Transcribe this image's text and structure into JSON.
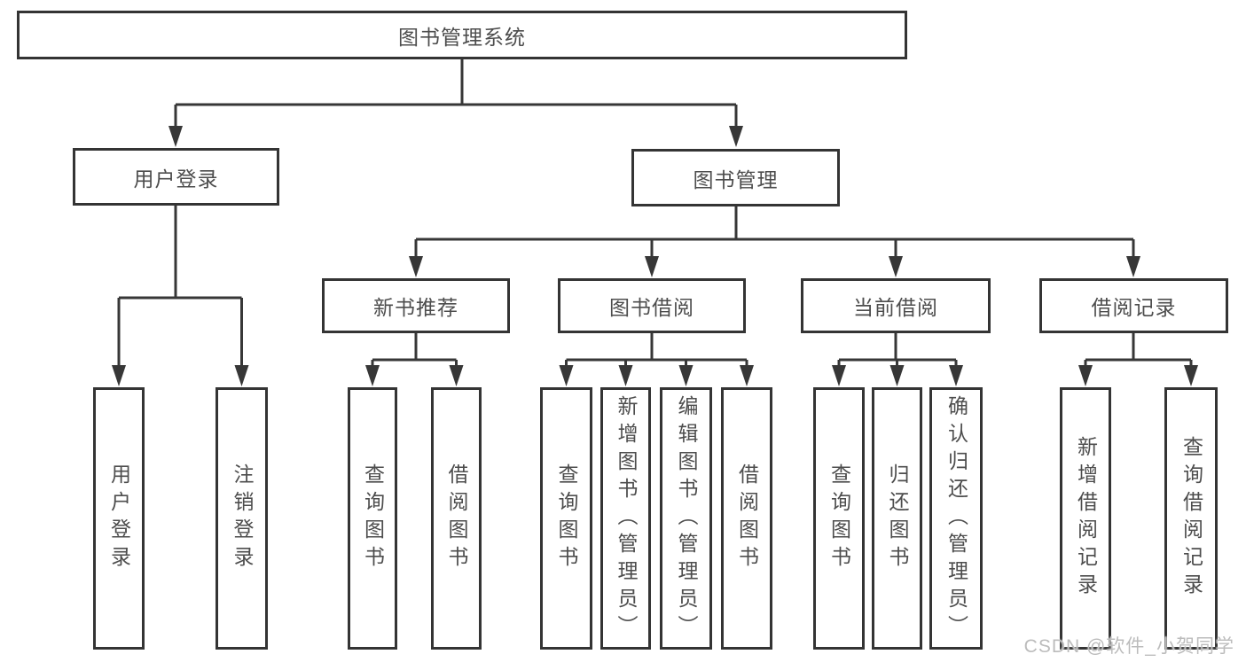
{
  "tree": {
    "root": "图书管理系统",
    "children": [
      {
        "label": "用户登录",
        "children": [
          "用户登录",
          "注销登录"
        ]
      },
      {
        "label": "图书管理",
        "children": [
          {
            "label": "新书推荐",
            "children": [
              "查询图书",
              "借阅图书"
            ]
          },
          {
            "label": "图书借阅",
            "children": [
              "查询图书",
              "新增图书（管理员）",
              "编辑图书（管理员）",
              "借阅图书"
            ]
          },
          {
            "label": "当前借阅",
            "children": [
              "查询图书",
              "归还图书",
              "确认归还（管理员）"
            ]
          },
          {
            "label": "借阅记录",
            "children": [
              "新增借阅记录",
              "查询借阅记录"
            ]
          }
        ]
      }
    ]
  },
  "watermark": "CSDN @软件_小贺同学",
  "colors": {
    "line": "#373737",
    "box_border": "#343434",
    "text": "#4d4d4d",
    "watermark": "#bcbcbc",
    "background": "#ffffff"
  }
}
